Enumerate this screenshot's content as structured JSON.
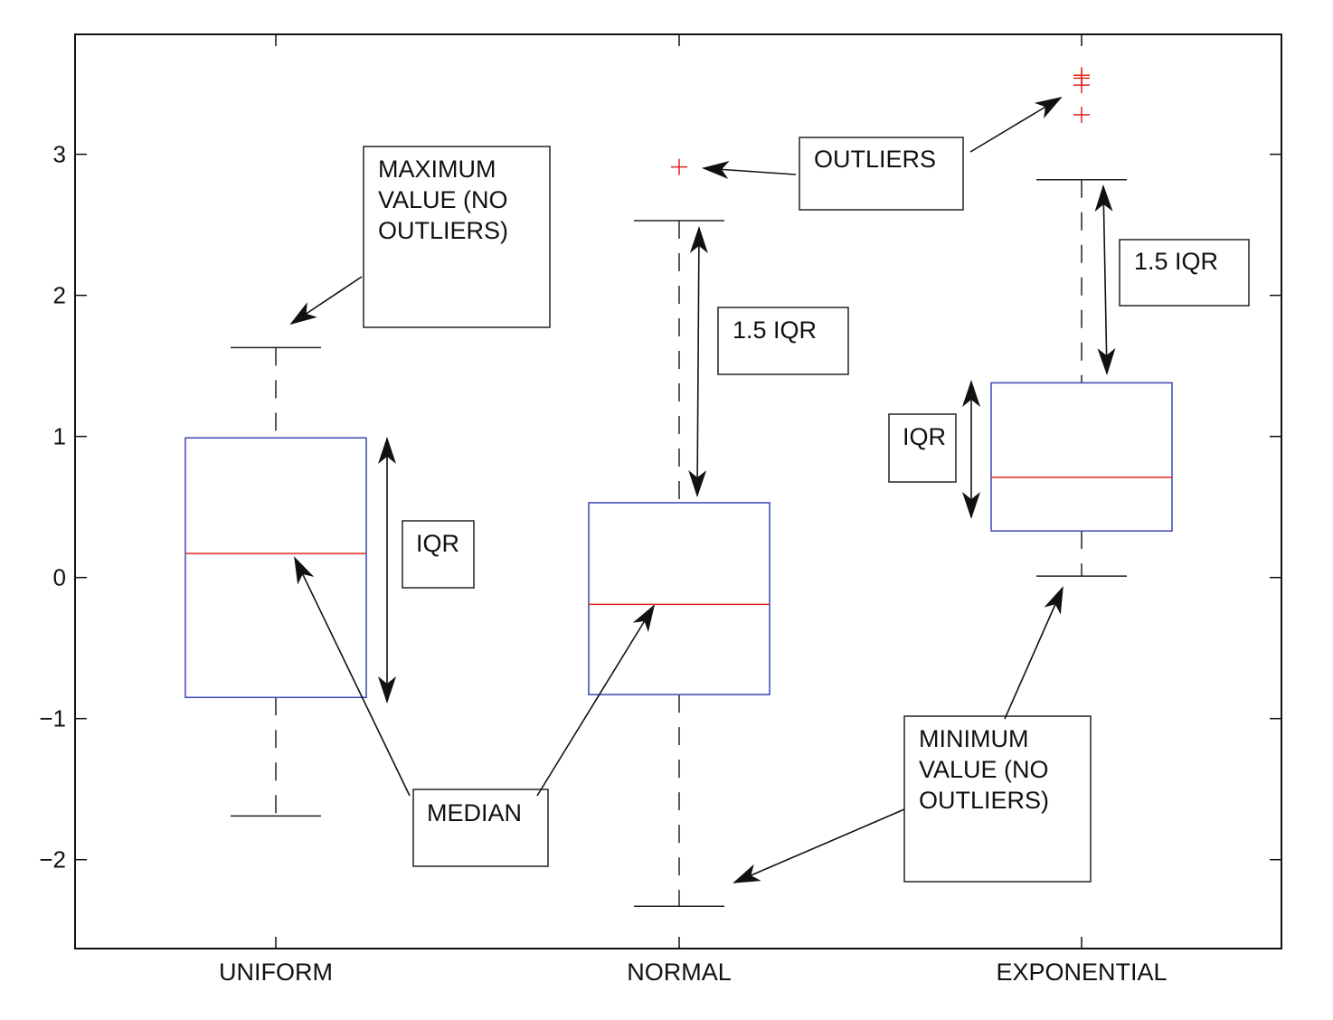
{
  "chart_data": {
    "type": "boxplot",
    "title": "",
    "xlabel": "",
    "ylabel": "",
    "ylim": [
      -2.63,
      3.85
    ],
    "grid": false,
    "yticks": [
      -2,
      -1,
      0,
      1,
      2,
      3
    ],
    "ytick_labels": [
      "−2",
      "−1",
      "0",
      "1",
      "2",
      "3"
    ],
    "categories": [
      "UNIFORM",
      "NORMAL",
      "EXPONENTIAL"
    ],
    "boxes": [
      {
        "name": "UNIFORM",
        "whisker_high": 1.63,
        "q3": 0.99,
        "median": 0.17,
        "q1": -0.85,
        "whisker_low": -1.69,
        "outliers": []
      },
      {
        "name": "NORMAL",
        "whisker_high": 2.53,
        "q3": 0.53,
        "median": -0.19,
        "q1": -0.83,
        "whisker_low": -2.33,
        "outliers": [
          2.91
        ]
      },
      {
        "name": "EXPONENTIAL",
        "whisker_high": 2.82,
        "q3": 1.38,
        "median": 0.71,
        "q1": 0.33,
        "whisker_low": 0.01,
        "outliers": [
          3.56,
          3.54,
          3.49,
          3.28
        ]
      }
    ],
    "colors": {
      "box": "#3a46b4",
      "median": "#e0241b",
      "outlier": "#e0241b",
      "whisker": "#222222"
    },
    "annotations": [
      {
        "id": "max-value",
        "lines": [
          "MAXIMUM",
          "VALUE (NO",
          "OUTLIERS)"
        ],
        "points_to": "UNIFORM whisker_high"
      },
      {
        "id": "outliers",
        "lines": [
          "OUTLIERS"
        ],
        "points_to": "NORMAL and EXPONENTIAL outliers"
      },
      {
        "id": "normal-1.5iqr",
        "lines": [
          "1.5 IQR"
        ],
        "points_to": "NORMAL upper whisker span"
      },
      {
        "id": "exp-1.5iqr",
        "lines": [
          "1.5 IQR"
        ],
        "points_to": "EXPONENTIAL upper whisker span"
      },
      {
        "id": "uniform-iqr",
        "lines": [
          "IQR"
        ],
        "points_to": "UNIFORM box span"
      },
      {
        "id": "exp-iqr",
        "lines": [
          "IQR"
        ],
        "points_to": "EXPONENTIAL box span"
      },
      {
        "id": "median",
        "lines": [
          "MEDIAN"
        ],
        "points_to": "UNIFORM and NORMAL medians"
      },
      {
        "id": "min-value",
        "lines": [
          "MINIMUM",
          "VALUE (NO",
          "OUTLIERS)"
        ],
        "points_to": "NORMAL and EXPONENTIAL whisker_low"
      }
    ]
  }
}
